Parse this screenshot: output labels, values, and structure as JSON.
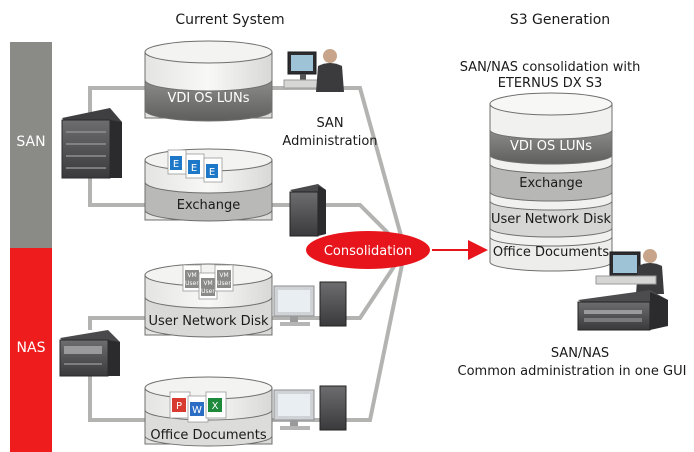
{
  "titles": {
    "current": "Current System",
    "s3": "S3 Generation"
  },
  "sidebar": {
    "san": "SAN",
    "nas": "NAS",
    "san_color": "#8a8a86",
    "nas_color": "#ee1c1c"
  },
  "current": {
    "cyl_vdi": "VDI OS LUNs",
    "cyl_exchange": "Exchange",
    "cyl_user_disk": "User Network Disk",
    "cyl_office": "Office Documents",
    "san_admin_line1": "SAN",
    "san_admin_line2": "Administration",
    "exchange_doc_letter": "E",
    "vm_doc_line1": "VM",
    "vm_doc_line2": "User",
    "office_p": "P",
    "office_w": "W",
    "office_x": "X"
  },
  "consolidation": {
    "label": "Consolidation",
    "color": "#e8141c"
  },
  "s3": {
    "subtitle_line1": "SAN/NAS consolidation with",
    "subtitle_line2": "ETERNUS DX S3",
    "layers": [
      "VDI OS LUNs",
      "Exchange",
      "User Network Disk",
      "Office Documents"
    ],
    "caption_line1": "SAN/NAS",
    "caption_line2": "Common administration in one GUI"
  }
}
